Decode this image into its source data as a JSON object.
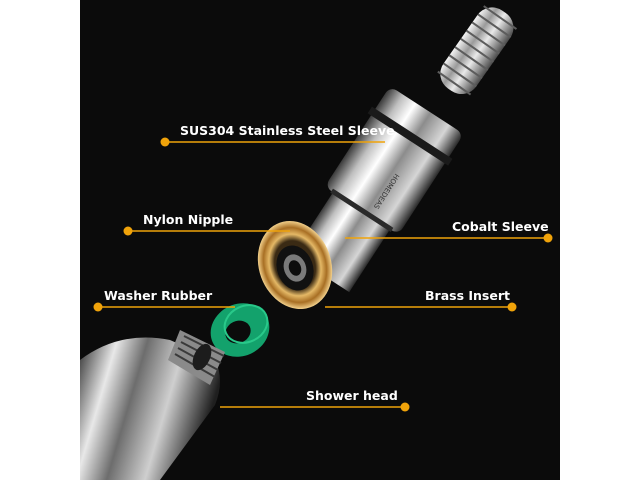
{
  "brand_mark": "HOMEDEAS",
  "colors": {
    "background": "#0b0b0b",
    "callout": "#f0a30a",
    "label": "#ffffff",
    "washer": "#13a26c",
    "brass": "#c08a3a"
  },
  "callouts": [
    {
      "id": "sleeve",
      "label": "SUS304 Stainless Steel Sleeve"
    },
    {
      "id": "nylon",
      "label": "Nylon Nipple"
    },
    {
      "id": "cobalt",
      "label": "Cobalt Sleeve"
    },
    {
      "id": "washer",
      "label": "Washer Rubber"
    },
    {
      "id": "brass",
      "label": "Brass Insert"
    },
    {
      "id": "head",
      "label": "Shower head"
    }
  ]
}
